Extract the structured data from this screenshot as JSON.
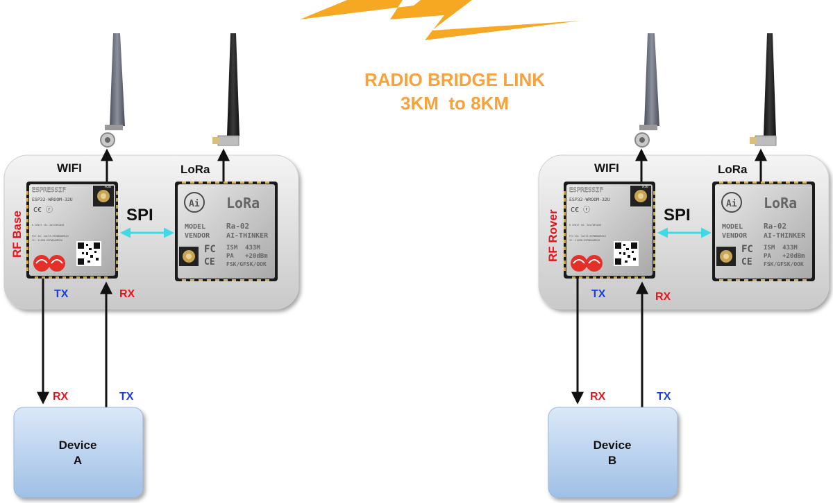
{
  "title": {
    "line1": "RADIO BRIDGE LINK",
    "line2": "3KM  to 8KM",
    "color": "#f7a23b"
  },
  "colors": {
    "rx": "#e8141b",
    "tx": "#1a3ed6",
    "spi_arrow": "#3fd9e3",
    "board": "#d6d6d6",
    "device": "#b8d2ee",
    "lightning": "#f7a823"
  },
  "base": {
    "side_label": "RF Base",
    "wifi_label": "WIFI",
    "lora_label": "LoRa",
    "spi_label": "SPI",
    "board_tx": "TX",
    "board_rx": "RX",
    "device_rx": "RX",
    "device_tx": "TX",
    "device_line1": "Device",
    "device_line2": "A"
  },
  "rover": {
    "side_label": "RF Rover",
    "wifi_label": "WIFI",
    "lora_label": "LoRa",
    "spi_label": "SPI",
    "board_tx": "TX",
    "board_rx": "RX",
    "device_rx": "RX",
    "device_tx": "TX",
    "device_line1": "Device",
    "device_line2": "B"
  },
  "esp_chip": {
    "brand": "ESPRESSIF",
    "model": "ESP32-WROOM-32U",
    "cert": "C€ ⓡ",
    "small1": "R CMIIT ID: 2017DP1056",
    "small2": "FCC ID: 2AC7Z-ESPWROOM32U",
    "small3": "IC: 21098-ESPWROOM32U",
    "corner": "A3B"
  },
  "lora_chip": {
    "logo_ai": "Ai",
    "logo_lora": "LoRa",
    "model_label": "MODEL",
    "model_value": "Ra-02",
    "vendor_label": "VENDOR",
    "vendor_value": "AI-THINKER",
    "fc": "FC",
    "ce": "CE",
    "ism": "ISM  433M",
    "pa": "PA   +20dBm",
    "mod": "FSK/GFSK/OOK"
  }
}
